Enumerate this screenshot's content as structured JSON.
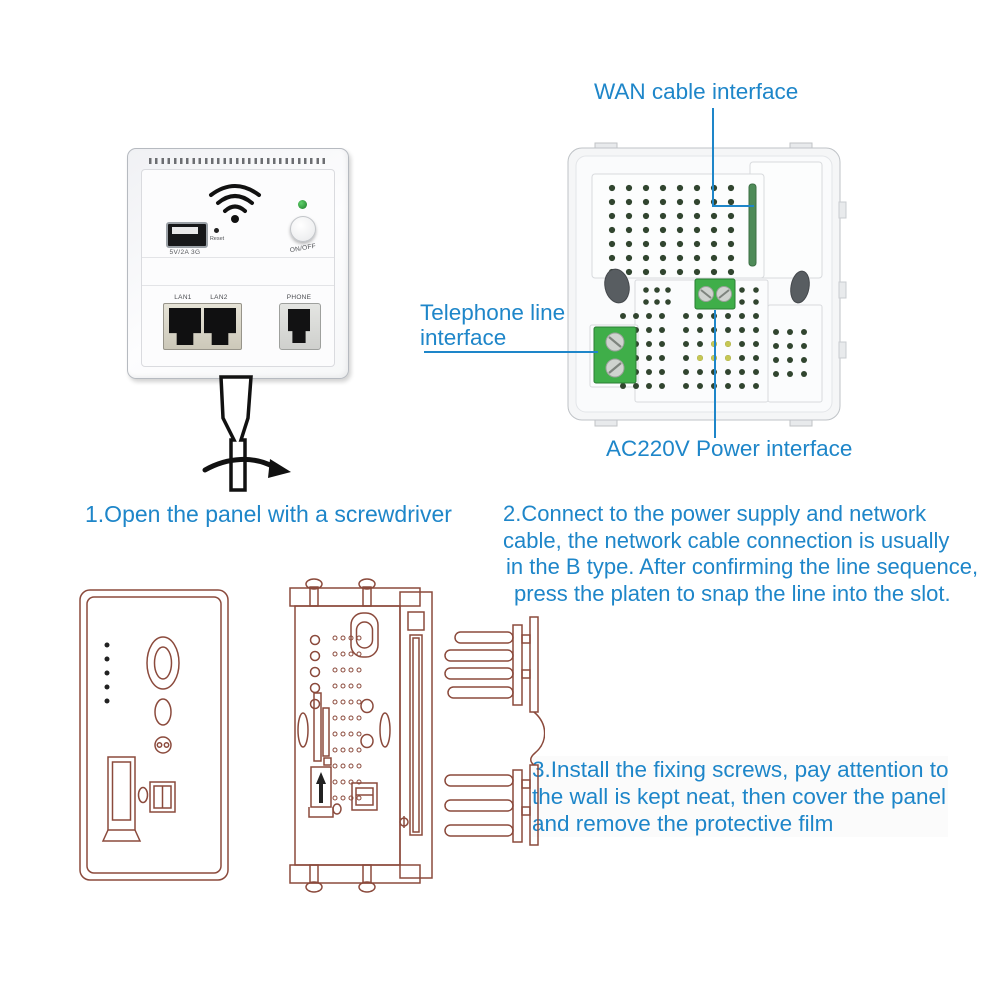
{
  "colors": {
    "label_blue": "#1e86c9",
    "drawing_line": "#8b4a3c",
    "terminal_green": "#3fae49",
    "wan_slot_green": "#4e8b58",
    "hole_dark": "#31452f",
    "hole_yellow": "#c6c754",
    "led_green": "#2f9e3d"
  },
  "front_panel": {
    "usb_label": "5V/2A 3G",
    "reset_label": "Reset",
    "onoff_label": "ON/OFF",
    "lan1_label": "LAN1",
    "lan2_label": "LAN2",
    "phone_label": "PHONE"
  },
  "back_panel": {
    "callouts": {
      "wan": "WAN cable interface",
      "telephone": [
        "Telephone line",
        "interface"
      ],
      "power": "AC220V Power interface"
    }
  },
  "steps": {
    "one": "1.Open the panel with a screwdriver",
    "two": [
      "2.Connect to the power supply and network",
      "cable, the network cable connection is usually",
      "in the B type. After confirming the line sequence,",
      "press the platen to snap the line into the slot."
    ],
    "three": [
      "3.Install the fixing screws, pay attention to",
      "the wall is kept neat, then cover the panel",
      "and remove the protective film"
    ]
  }
}
